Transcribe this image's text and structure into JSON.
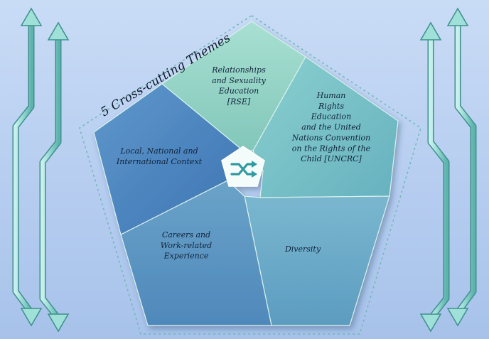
{
  "title": "5 Cross-cutting Themes",
  "segments": {
    "rse": {
      "lines": [
        "Relationships",
        "and Sexuality",
        "Education",
        "[RSE]"
      ]
    },
    "human_rights": {
      "lines": [
        "Human",
        "Rights",
        "Education",
        "and the United",
        "Nations Convention",
        "on the Rights of the",
        "Child [UNCRC]"
      ]
    },
    "diversity": {
      "lines": [
        "Diversity"
      ]
    },
    "careers": {
      "lines": [
        "Careers and",
        "Work-related",
        "Experience"
      ]
    },
    "local": {
      "lines": [
        "Local, National and",
        "International Context"
      ]
    }
  },
  "center_icon": "shuffle-icon",
  "side_arrows": [
    "up-down-arrows-icon",
    "up-down-arrows-icon"
  ],
  "colors": {
    "rse": "#8fd2c4",
    "human_rights": "#74bfc6",
    "diversity": "#6aa9c7",
    "careers": "#5a95c2",
    "local": "#4a82bd",
    "arrow": "#8fd6cf"
  }
}
